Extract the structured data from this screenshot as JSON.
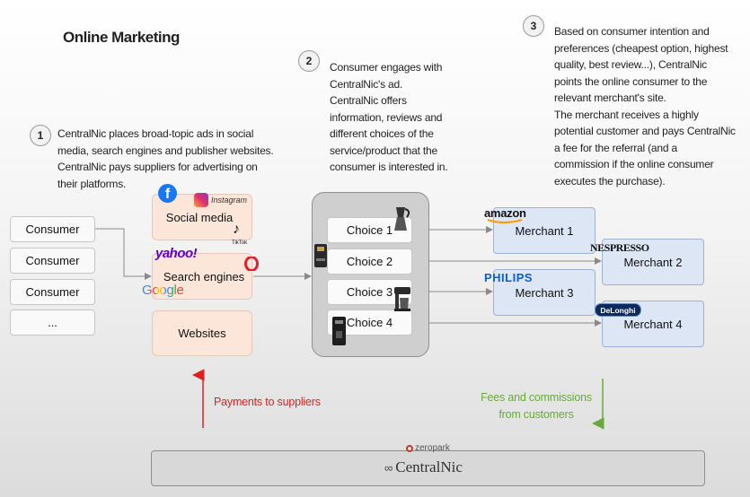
{
  "title": "Online Marketing",
  "steps": [
    {
      "num": "1",
      "lines": [
        "CentralNic places broad-topic ads in social",
        "media, search engines and publisher websites.",
        "CentralNic pays suppliers for advertising on",
        "their platforms."
      ]
    },
    {
      "num": "2",
      "lines": [
        "Consumer engages with",
        "CentralNic's ad.",
        "CentralNic offers",
        "information, reviews and",
        "different choices of the",
        "service/product that the",
        "consumer is interested in."
      ]
    },
    {
      "num": "3",
      "lines": [
        "Based on consumer intention and",
        "preferences (cheapest option, highest",
        "quality, best review...), CentralNic",
        "points the online consumer to the",
        "relevant merchant's site.",
        "The merchant receives a highly",
        "potential customer and pays CentralNic",
        "a fee for the referral (and a",
        "commission if the online consumer",
        "executes the purchase)."
      ]
    }
  ],
  "consumers": [
    "Consumer",
    "Consumer",
    "Consumer",
    "..."
  ],
  "suppliers": {
    "social": "Social media",
    "search": "Search engines",
    "websites": "Websites"
  },
  "choices": [
    "Choice 1",
    "Choice 2",
    "Choice 3",
    "Choice 4"
  ],
  "merchants": [
    "Merchant 1",
    "Merchant 2",
    "Merchant 3",
    "Merchant 4"
  ],
  "logos": {
    "instagram": "Instagram",
    "tiktok": "TikTok",
    "yahoo": "yahoo!",
    "google": "Google",
    "amazon": "amazon",
    "nespresso": "NESPRESSO",
    "philips": "PHILIPS",
    "delonghi": "DeLonghi",
    "zeropark": "zeropark",
    "centralnic": "CentralNic"
  },
  "payments_label": "Payments to suppliers",
  "fees_label_lines": [
    "Fees and commissions",
    "from customers"
  ],
  "colors": {
    "supplier_fill": "#fce6da",
    "merchant_fill": "#dde6f5",
    "payments": "#e0201e",
    "fees": "#6aaa3a"
  }
}
